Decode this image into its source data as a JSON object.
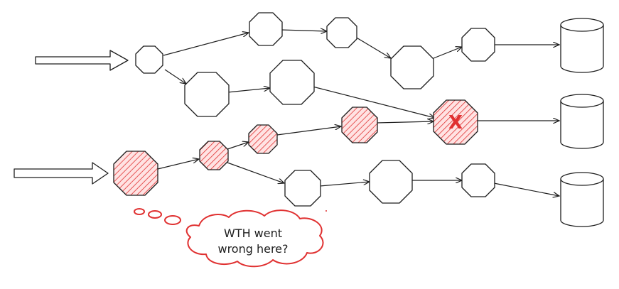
{
  "colors": {
    "stroke": "#1e1e1e",
    "failure": "#e03131",
    "failure_fill": "#ffc9c9",
    "background": "#ffffff"
  },
  "annotation": {
    "line1": "WTH went",
    "line2": "wrong here?"
  },
  "failure_marker": "X",
  "icons": {
    "input": "input-arrow-icon",
    "node": "octagon-node-icon",
    "output": "database-cylinder-icon",
    "thought": "thought-cloud-icon"
  }
}
